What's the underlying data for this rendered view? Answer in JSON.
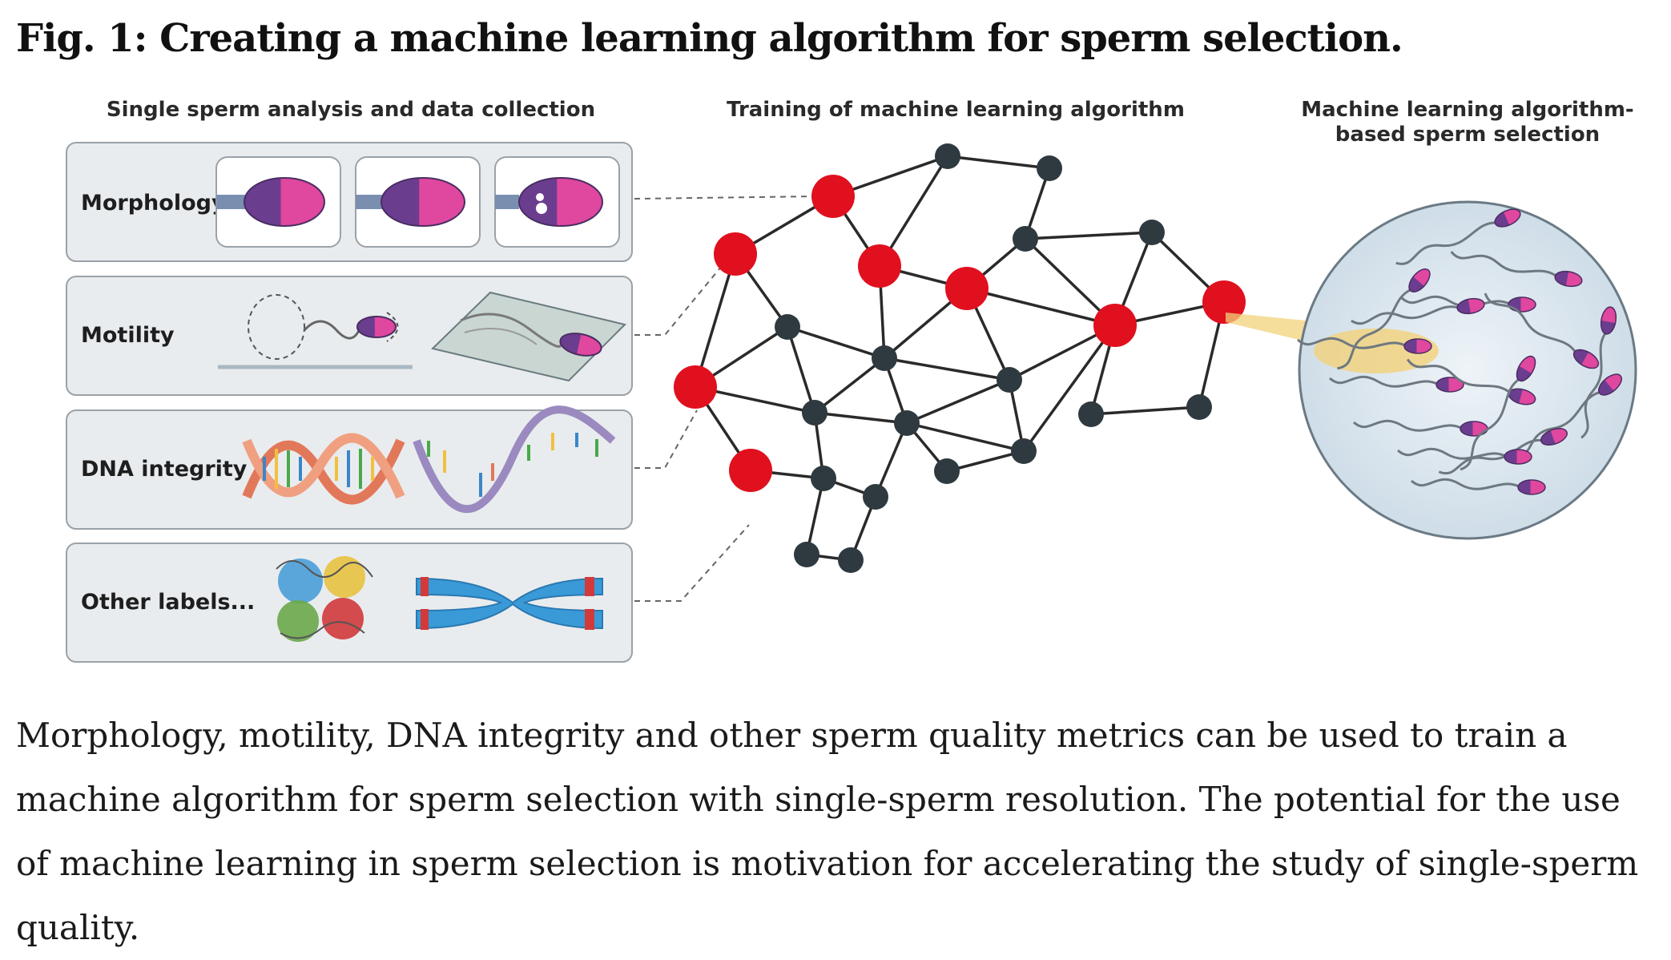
{
  "title": "Fig. 1: Creating a machine learning algorithm for sperm selection.",
  "columns": {
    "left": "Single sperm analysis and data collection",
    "middle": "Training of machine learning algorithm",
    "right_line1": "Machine learning algorithm-",
    "right_line2": "based sperm selection"
  },
  "rows": {
    "morphology": "Morphology",
    "motility": "Motility",
    "dna": "DNA integrity",
    "other": "Other labels..."
  },
  "caption": "Morphology, motility, DNA integrity and other sperm quality metrics can be used to train a machine algorithm for sperm selection with single-sperm resolution. The potential for the use of machine learning in sperm selection is motivation for accelerating the study of single-sperm quality.",
  "colors": {
    "panel_fill": "#e9ecee",
    "panel_stroke": "#9aa2a8",
    "red_node": "#e0101e",
    "dark_node": "#2e3a40",
    "sperm_head_purple": "#6b3d8f",
    "sperm_head_pink": "#e0479e",
    "dish_fill": "#dce8f0",
    "highlight": "#f2d27a"
  }
}
